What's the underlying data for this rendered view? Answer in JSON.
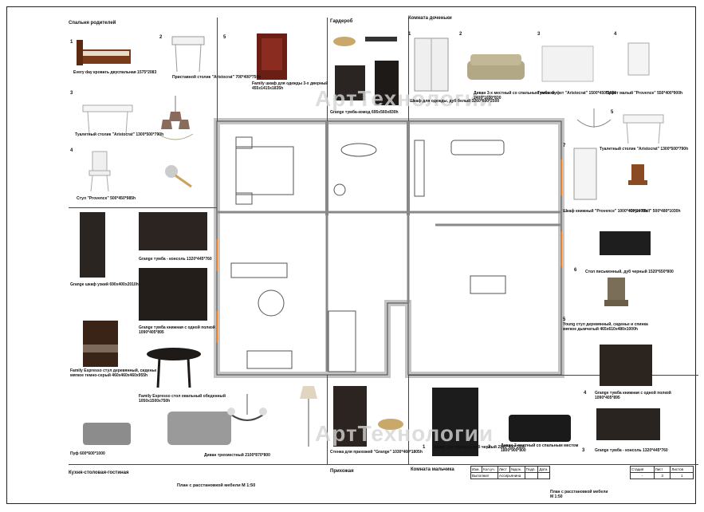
{
  "sections": {
    "bedroom_parents": "Спальня родителей",
    "wardrobe_room": "Гардероб",
    "children_room": "Комната доченьки",
    "kitchen_living": "Кухня-столовая-гостиная",
    "hallway": "Прихожая",
    "boy_room": "Комната мальчика"
  },
  "items": [
    {
      "num": "1",
      "label": "Every day кровать двуспальная 1575*2083"
    },
    {
      "num": "2",
      "label": "Приставной столик \"Aristocrat\" 700*400*750h"
    },
    {
      "num": "5",
      "label": "Family шкаф для одежды 3-х дверный 455x1415x1835h"
    },
    {
      "num": "3",
      "label": "Туалетный столик \"Aristocrat\" 1300*500*790h"
    },
    {
      "num": "4",
      "label": "Стул \"Provence\" 500*450*985h"
    },
    {
      "num": "",
      "label": "Grange тумба-комод 695x560x830h"
    },
    {
      "num": "1",
      "label": "Шкаф для одежды, дуб белый 3260*600*2500"
    },
    {
      "num": "2",
      "label": "Диван 3-х местный со спальным местом 2400*1030*830"
    },
    {
      "num": "3",
      "label": "Тумба -буфет \"Aristocrat\" 1500*450*1000"
    },
    {
      "num": "4",
      "label": "Буфет малый \"Provence\" 550*400*900h"
    },
    {
      "num": "5",
      "label": "Туалетный столик \"Aristocrat\" 1300*500*790h"
    },
    {
      "num": "7",
      "label": "Шкаф книжный \"Provence\" 1000*400*2400h"
    },
    {
      "num": "",
      "label": "Стул \"Hall\" 500*480*1030h"
    },
    {
      "num": "",
      "label": "Grange шкаф узкий 690x400x2010h"
    },
    {
      "num": "",
      "label": "Grange тумба - консоль 1320*445*760"
    },
    {
      "num": "",
      "label": "Grange тумба книжная с одной полкой 1090*405*895"
    },
    {
      "num": "",
      "label": "Family Espresso стул деревянный, сиденье мягкое темно-серый 460x460x460x955h"
    },
    {
      "num": "",
      "label": "Family Espresso стол овальный обеденный 1050x1500x750h"
    },
    {
      "num": "",
      "label": "Пуф 600*600*1000"
    },
    {
      "num": "",
      "label": "Диван трехместный 2100*870*800"
    },
    {
      "num": "6",
      "label": "Стол письменный, дуб черный 1520*650*800"
    },
    {
      "num": "5",
      "label": "Young стул деревянный, сиденье и спинка мягкое дымчатый 465x610x480x1000h"
    },
    {
      "num": "4",
      "label": "Grange тумба книжная с одной полкой 1090*405*895"
    },
    {
      "num": "3",
      "label": "Grange тумба - консоль 1320*445*760"
    },
    {
      "num": "",
      "label": "Стенка для прихожей \"Grange\" 1030*460*1805h"
    },
    {
      "num": "1",
      "label": "Шкаф для одежды, дуб черный 2185*450*2500"
    },
    {
      "num": "2",
      "label": "Диван 2-местный со спальным местом 1800*900*800"
    }
  ],
  "plan_caption": "План с расстановкой мебели М 1:50",
  "watermark": "АртТехнологии",
  "title_block": {
    "headers": [
      "Изм.",
      "Кол.уч.",
      "Лист",
      "№док.",
      "Подп.",
      "Дата"
    ],
    "row_executed": "Выполнил",
    "executor": "Ассирьянина",
    "title": "План с расстановкой мебели",
    "scale": "М 1:50",
    "col_stage": "Стадия",
    "col_sheet": "Лист",
    "col_sheets": "Листов",
    "stage": "-",
    "sheet": "3",
    "sheets": "1"
  }
}
